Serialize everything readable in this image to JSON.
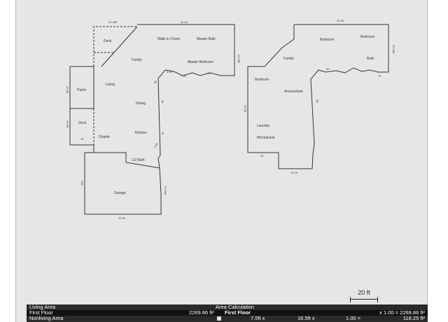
{
  "colors": {
    "background": "#e6e7e5",
    "line": "#333333",
    "table_dark": "#111111",
    "table_header": "#2a2a2a"
  },
  "first_floor": {
    "rooms": {
      "deck_top": "Deck",
      "walk_in_closet": "Walk-in Closet",
      "master_bath": "Master Bath",
      "family": "Family",
      "master_bedroom": "Master Bedroom",
      "living": "Living",
      "parlor": "Parlor",
      "dining": "Dining",
      "deck_side": "Deck",
      "dinette": "Dinette",
      "kitchen": "Kitchen",
      "half_bath": "1/2 Bath",
      "garage": "Garage"
    },
    "dims": {
      "top_left": "20.08ft",
      "top_right": "42.5ft",
      "right_side": "22.08ft",
      "parlor_left": "16.5ft",
      "deck_left": "16.5ft",
      "garage_left": "28ft",
      "garage_right": "20.58ft",
      "garage_bottom": "34.5ft",
      "small_1": "6.5ft",
      "small_2": "7.5ft",
      "small_3": "1ft",
      "small_4": "5ft",
      "small_5": "4ft",
      "small_6": "1ft",
      "small_7": "7ft",
      "small_8": "4.5ft"
    }
  },
  "second_floor": {
    "rooms": {
      "bedroom_a": "Bedroom",
      "bedroom_b": "Bedroom",
      "family": "Family",
      "bath": "Bath",
      "bedroom_left": "Bedroom",
      "amusement": "Amusement",
      "laundry": "Laundry",
      "mechanical": "Mechanical"
    },
    "dims": {
      "top": "42.5ft",
      "right": "22.08ft",
      "left": "35.5ft",
      "bottom": "15.5ft",
      "small_1": "6ft",
      "small_2": "7ft",
      "small_3": "4ft",
      "small_4": "2ft"
    }
  },
  "scale": {
    "label": "20 ft"
  },
  "area_table": {
    "living_area": "Living Area",
    "area_calculation": "Area Calculation",
    "first_floor": "First Floor",
    "first_floor_value": "2269.86 ft²",
    "first_floor_name": "First Floor",
    "first_floor_calc": "x 1.00 = 2269.86 ft²",
    "nonliving_area": "Nonliving Area",
    "nl_dim1": "7.5ft x",
    "nl_dim2": "16.5ft x",
    "nl_factor": "1.00 =",
    "nl_result": "116.25 ft²"
  }
}
